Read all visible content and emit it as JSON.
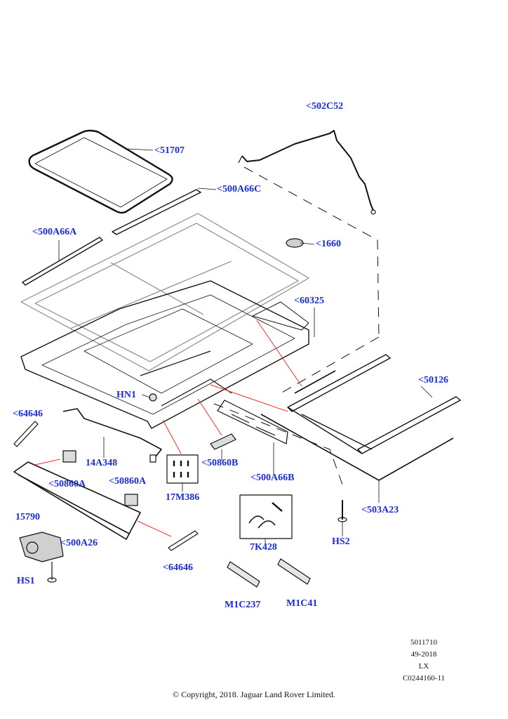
{
  "callouts": {
    "c502c52": "<502C52",
    "c51707": "<51707",
    "c500a66c": "<500A66C",
    "c500a66a": "<500A66A",
    "c1660": "<1660",
    "c60325": "<60325",
    "c50126": "<50126",
    "chn1": "HN1",
    "c64646a": "<64646",
    "c14a348": "14A348",
    "c50860b": "<50860B",
    "c500a66b": "<500A66B",
    "c50860a1": "<50860A",
    "c50860a2": "<50860A",
    "c17m386": "17M386",
    "c503a23": "<503A23",
    "chs2": "HS2",
    "c15790": "15790",
    "c500a26": "<500A26",
    "c7k428": "7K428",
    "c64646b": "<64646",
    "chs1": "HS1",
    "cm1c237": "M1C237",
    "cm1c41": "M1C41"
  },
  "meta": {
    "line1": "5011710",
    "line2": "49-2018",
    "line3": "LX",
    "line4": "C0244160-11"
  },
  "copyright": "© Copyright, 2018. Jaguar Land Rover Limited.",
  "colors": {
    "callout": "#1a2bd6",
    "leader": "#ff2a2a",
    "line": "#111111",
    "glass": "#8a8a8a"
  }
}
